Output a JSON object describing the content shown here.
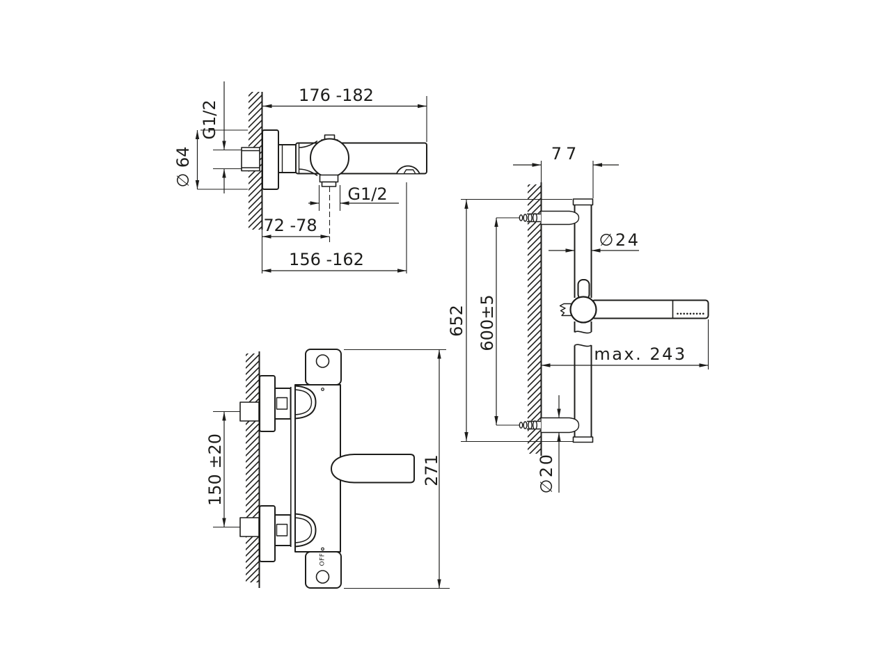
{
  "drawing": {
    "background": "#ffffff",
    "line_color": "#1d1d1b",
    "views": {
      "mixer_side": {
        "dim_projection": "176 -182",
        "dim_inlet_thread": "G1/2",
        "dim_escutcheon_diameter": "∅ 64",
        "dim_outlet_thread": "G1/2",
        "dim_outlet_offset": "72 -78",
        "dim_spout_reach": "156 -162"
      },
      "mixer_front": {
        "dim_connection_spacing": "150 ±20",
        "dim_body_length": "271",
        "label_off": "OFF"
      },
      "rail_side": {
        "dim_bracket_projection": "77",
        "dim_rail_diameter": "∅24",
        "dim_rail_length": "652",
        "dim_bracket_spacing": "600±5",
        "dim_max_reach": "max. 243",
        "dim_bracket_diameter": "∅20"
      }
    }
  }
}
